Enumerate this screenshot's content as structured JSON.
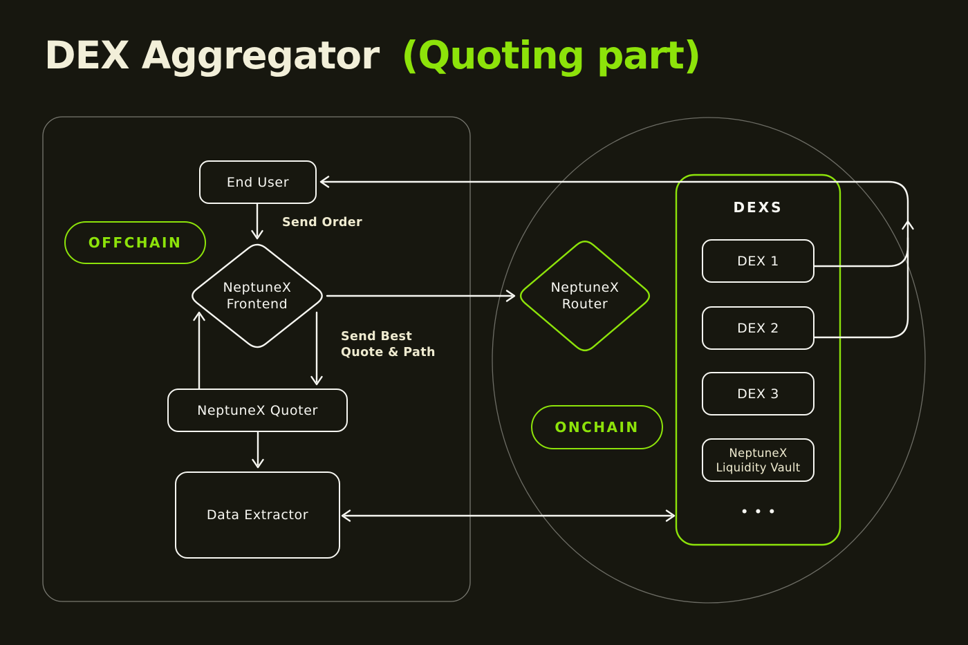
{
  "title": {
    "main": "DEX Aggregator",
    "suffix": "(Quoting part)"
  },
  "colors": {
    "background": "#17170f",
    "accent_green": "#8de30a",
    "node_white": "#f7f7f2",
    "label_cream": "#efebd0",
    "faint_line_gray": "#9b9b93"
  },
  "badges": {
    "offchain": "OFFCHAIN",
    "onchain": "ONCHAIN"
  },
  "nodes": {
    "end_user": "End User",
    "frontend_line1": "NeptuneX",
    "frontend_line2": "Frontend",
    "quoter": "NeptuneX Quoter",
    "data_extractor": "Data Extractor",
    "router_line1": "NeptuneX",
    "router_line2": "Router"
  },
  "edge_labels": {
    "send_order": "Send Order",
    "send_best_line1": "Send Best",
    "send_best_line2": "Quote & Path"
  },
  "dexs_panel": {
    "title": "DEXS",
    "items": [
      "DEX 1",
      "DEX 2",
      "DEX 3"
    ],
    "vault_line1": "NeptuneX",
    "vault_line2": "Liquidity Vault",
    "more": "•••"
  }
}
